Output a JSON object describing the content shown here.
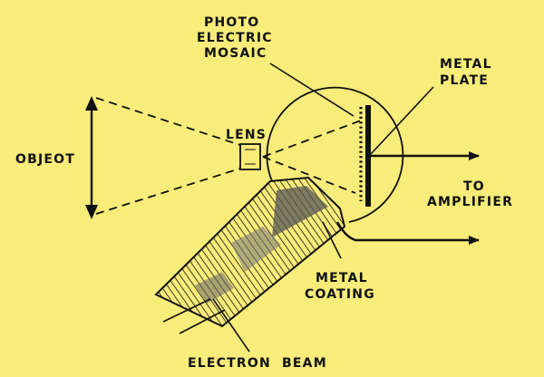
{
  "labels": {
    "photo": "PHOTO",
    "electric": "ELECTRIC",
    "mosaic": "MOSAIC",
    "metal_plate_1": "METAL",
    "metal_plate_2": "PLATE",
    "lens": "LENS",
    "object": "OBJEOT",
    "to": "TO",
    "amplifier": "AMPLIFIER",
    "metal_coating_1": "METAL",
    "metal_coating_2": "COATING",
    "electron_beam": "ELECTRON  BEAM"
  },
  "colors": {
    "background": "#f8ec7a",
    "ink": "#111111"
  }
}
